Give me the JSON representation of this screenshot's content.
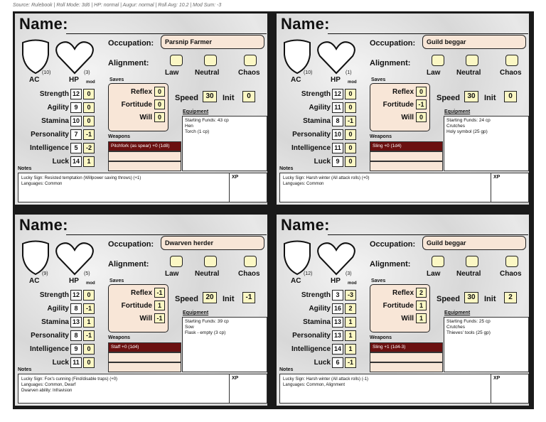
{
  "source_line": "Source: Rulebook | Roll Mode: 3d6 | HP: normal | Augur: normal | Roll Avg: 10.2 | Mod Sum: -3",
  "labels": {
    "name": "Name:",
    "occupation": "Occupation:",
    "alignment": "Alignment:",
    "law": "Law",
    "neutral": "Neutral",
    "chaos": "Chaos",
    "ac": "AC",
    "hp": "HP",
    "mod": "mod",
    "saves": "Saves",
    "reflex": "Reflex",
    "fortitude": "Fortitude",
    "will": "Will",
    "speed": "Speed",
    "init": "Init",
    "equipment": "Equipment",
    "weapons": "Weapons",
    "notes": "Notes",
    "xp": "XP",
    "strength": "Strength",
    "agility": "Agility",
    "stamina": "Stamina",
    "personality": "Personality",
    "intelligence": "Intelligence",
    "luck": "Luck"
  },
  "cards": [
    {
      "occupation": "Parsnip Farmer",
      "ac": "(10)",
      "hp": "(3)",
      "stats": [
        [
          "12",
          "0"
        ],
        [
          "9",
          "0"
        ],
        [
          "10",
          "0"
        ],
        [
          "7",
          "-1"
        ],
        [
          "5",
          "-2"
        ],
        [
          "14",
          "1"
        ]
      ],
      "saves": {
        "reflex": "0",
        "fortitude": "0",
        "will": "0"
      },
      "speed": "30",
      "init": "0",
      "equipment": [
        "Starting Funds: 43 cp",
        "Hen",
        "Torch (1 cp)"
      ],
      "weapon": "Pitchfork (as spear) +0 (1d8)",
      "notes": [
        "Lucky Sign: Resisted temptation (Willpower saving throws) (+1)",
        "Languages: Common"
      ]
    },
    {
      "occupation": "Guild beggar",
      "ac": "(10)",
      "hp": "(1)",
      "stats": [
        [
          "12",
          "0"
        ],
        [
          "11",
          "0"
        ],
        [
          "8",
          "-1"
        ],
        [
          "10",
          "0"
        ],
        [
          "11",
          "0"
        ],
        [
          "9",
          "0"
        ]
      ],
      "saves": {
        "reflex": "0",
        "fortitude": "-1",
        "will": "0"
      },
      "speed": "30",
      "init": "0",
      "equipment": [
        "Starting Funds: 24 cp",
        "Crutches",
        "Holy symbol (25 gp)"
      ],
      "weapon": "Sling +0 (1d4)",
      "notes": [
        "Lucky Sign: Harsh winter (All attack rolls) (+0)",
        "Languages: Common"
      ]
    },
    {
      "occupation": "Dwarven herder",
      "ac": "(9)",
      "hp": "(5)",
      "stats": [
        [
          "12",
          "0"
        ],
        [
          "8",
          "-1"
        ],
        [
          "13",
          "1"
        ],
        [
          "8",
          "-1"
        ],
        [
          "9",
          "0"
        ],
        [
          "11",
          "0"
        ]
      ],
      "saves": {
        "reflex": "-1",
        "fortitude": "1",
        "will": "-1"
      },
      "speed": "20",
      "init": "-1",
      "equipment": [
        "Starting Funds: 39 cp",
        "Sow",
        "Flask - empty (3 cp)"
      ],
      "weapon": "Staff +0 (1d4)",
      "notes": [
        "Lucky Sign: Fox's cunning (Find/disable traps) (+0)",
        "Languages: Common, Dwarf",
        "Dwarven ability: Infravision"
      ]
    },
    {
      "occupation": "Guild beggar",
      "ac": "(12)",
      "hp": "(3)",
      "stats": [
        [
          "3",
          "-3"
        ],
        [
          "16",
          "2"
        ],
        [
          "13",
          "1"
        ],
        [
          "13",
          "1"
        ],
        [
          "14",
          "1"
        ],
        [
          "6",
          "-1"
        ]
      ],
      "saves": {
        "reflex": "2",
        "fortitude": "1",
        "will": "1"
      },
      "speed": "30",
      "init": "2",
      "equipment": [
        "Starting Funds: 25 cp",
        "Crutches",
        "Thieves' tools (25 gp)"
      ],
      "weapon": "Sling +1 (1d4-3)",
      "notes": [
        "Lucky Sign: Harsh winter (All attack rolls) (-1)",
        "Languages: Common, Alignment"
      ]
    }
  ]
}
